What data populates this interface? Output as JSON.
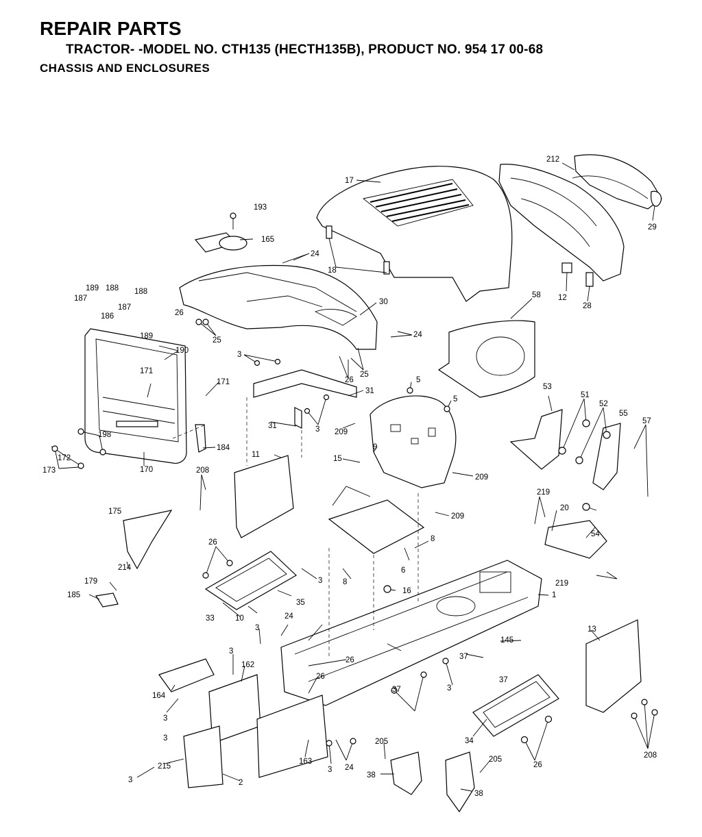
{
  "header": {
    "title": "REPAIR PARTS",
    "subtitle": "TRACTOR- -MODEL NO. CTH135 (HECTH135B), PRODUCT NO. 954 17 00-68",
    "section": "CHASSIS AND ENCLOSURES"
  },
  "callouts": [
    "193",
    "165",
    "24",
    "17",
    "212",
    "29",
    "18",
    "12",
    "28",
    "30",
    "58",
    "189",
    "188",
    "187",
    "186",
    "190",
    "171",
    "26",
    "25",
    "3",
    "31",
    "5",
    "209",
    "9",
    "15",
    "53",
    "51",
    "52",
    "55",
    "57",
    "198",
    "172",
    "173",
    "170",
    "184",
    "11",
    "208",
    "175",
    "26",
    "3",
    "214",
    "179",
    "185",
    "33",
    "10",
    "35",
    "219",
    "20",
    "54",
    "6",
    "8",
    "16",
    "1",
    "13",
    "145",
    "37",
    "162",
    "164",
    "2",
    "215",
    "163",
    "205",
    "38",
    "34"
  ]
}
